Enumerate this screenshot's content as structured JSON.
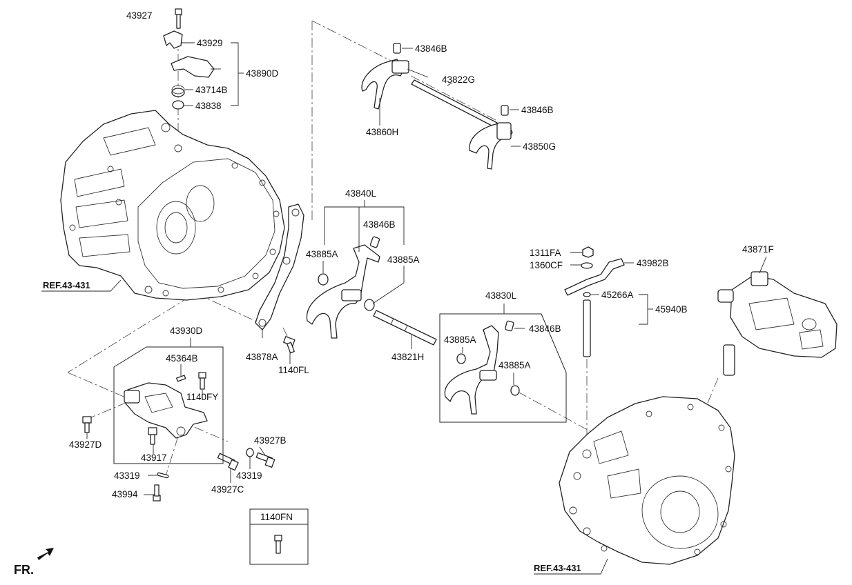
{
  "labels": {
    "p43927": "43927",
    "p43929": "43929",
    "p43890D": "43890D",
    "p43714B": "43714B",
    "p43838": "43838",
    "ref_left": "REF.43-431",
    "p43846B_top": "43846B",
    "p43822G": "43822G",
    "p43846B_mid": "43846B",
    "p43860H": "43860H",
    "p43850G": "43850G",
    "p43840L": "43840L",
    "p43846B_group": "43846B",
    "p43885A_left": "43885A",
    "p43885A_right": "43885A",
    "p43878A": "43878A",
    "p1140FL": "1140FL",
    "p43821H": "43821H",
    "p43830L": "43830L",
    "p43885A_box1": "43885A",
    "p43846B_box": "43846B",
    "p43885A_box2": "43885A",
    "p1311FA": "1311FA",
    "p1360CF": "1360CF",
    "p43982B": "43982B",
    "p45266A": "45266A",
    "p45940B": "45940B",
    "p43871F": "43871F",
    "p43930D": "43930D",
    "p45364B": "45364B",
    "p1140FY": "1140FY",
    "p43927D": "43927D",
    "p43917": "43917",
    "p43927B": "43927B",
    "p43319_a": "43319",
    "p43319_b": "43319",
    "p43927C": "43927C",
    "p43994": "43994",
    "p1140FN": "1140FN",
    "ref_right": "REF.43-431",
    "fr": "FR."
  }
}
